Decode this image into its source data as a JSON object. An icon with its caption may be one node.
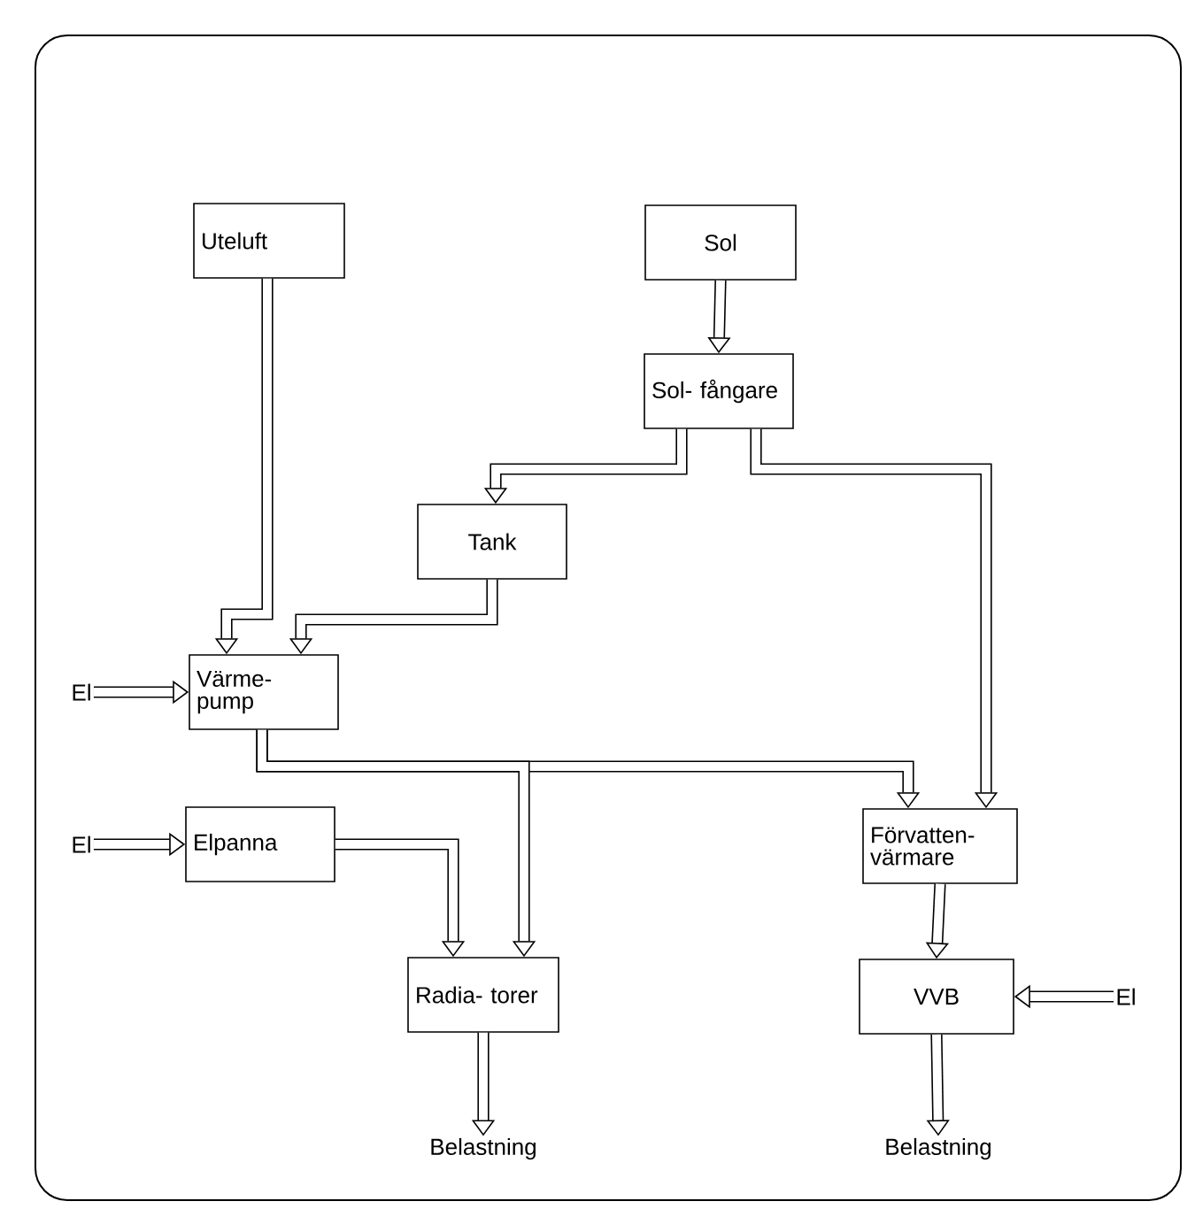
{
  "diagram": {
    "nodes": [
      {
        "text": [
          "Uteluft"
        ]
      },
      {
        "text": [
          "Sol"
        ]
      },
      {
        "text": [
          "Sol- fångare"
        ]
      },
      {
        "text": [
          "Tank"
        ]
      },
      {
        "text": [
          "El"
        ]
      },
      {
        "text": [
          "Värme- pump"
        ]
      },
      {
        "text": [
          "El"
        ]
      },
      {
        "text": [
          "Elpanna"
        ]
      },
      {
        "text": [
          "Förvatten- värmare"
        ]
      },
      {
        "text": [
          "Radia- torer"
        ]
      },
      {
        "text": [
          "VVB"
        ]
      },
      {
        "text": [
          "El"
        ]
      },
      {
        "text": [
          "Belastning"
        ]
      },
      {
        "text": [
          "Belastning"
        ]
      }
    ],
    "edges": [
      {
        "from": 0,
        "to": 5,
        "arrow": "to"
      },
      {
        "from": 1,
        "to": 2,
        "arrow": "to"
      },
      {
        "from": 2,
        "to": 3,
        "arrow": "to"
      },
      {
        "from": 2,
        "to": 8,
        "arrow": "to"
      },
      {
        "from": 3,
        "to": 5,
        "arrow": "to"
      },
      {
        "from": 4,
        "to": 5,
        "arrow": "to"
      },
      {
        "from": 5,
        "to": 8,
        "arrow": "to"
      },
      {
        "from": 5,
        "to": 9,
        "arrow": "to"
      },
      {
        "from": 6,
        "to": 7,
        "arrow": "to"
      },
      {
        "from": 7,
        "to": 9,
        "arrow": "to"
      },
      {
        "from": 8,
        "to": 10,
        "arrow": "to"
      },
      {
        "from": 11,
        "to": 10,
        "arrow": "to"
      },
      {
        "from": 9,
        "to": 12,
        "arrow": "to"
      },
      {
        "from": 10,
        "to": 13,
        "arrow": "to"
      }
    ]
  }
}
